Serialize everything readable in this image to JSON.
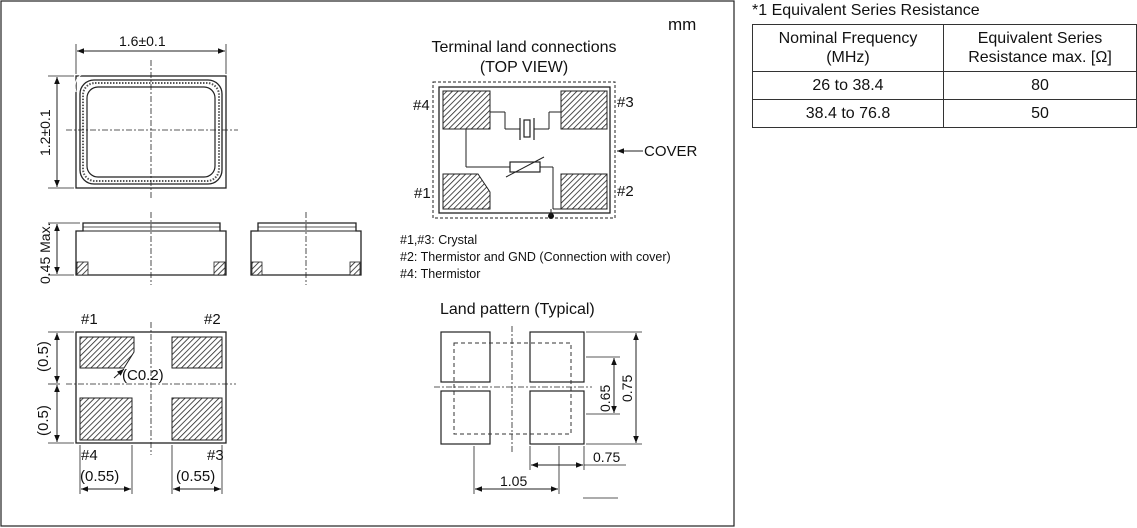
{
  "unit_label": "mm",
  "top_view": {
    "width_dim": "1.6±0.1",
    "height_dim": "1.2±0.1"
  },
  "side_view": {
    "height_dim": "0.45 Max."
  },
  "bottom_view": {
    "pad_top_left": "#1",
    "pad_top_right": "#2",
    "pad_bottom_left": "#4",
    "pad_bottom_right": "#3",
    "chamfer": "(C0.2)",
    "pitch_upper": "(0.5)",
    "pitch_lower": "(0.5)",
    "width_left": "(0.55)",
    "width_right": "(0.55)"
  },
  "terminal_connections": {
    "title_line1": "Terminal land connections",
    "title_line2": "(TOP VIEW)",
    "pad_labels": [
      "#4",
      "#3",
      "#1",
      "#2"
    ],
    "cover_label": "COVER",
    "legend": [
      "#1,#3: Crystal",
      "#2: Thermistor and GND (Connection with cover)",
      "#4: Thermistor"
    ]
  },
  "land_pattern": {
    "title": "Land pattern (Typical)",
    "dim_065": "0.65",
    "dim_075_vertical": "0.75",
    "dim_075_horizontal": "0.75",
    "dim_105": "1.05"
  },
  "esr_table": {
    "title": "*1 Equivalent Series Resistance",
    "headers": [
      [
        "Nominal Frequency",
        "(MHz)"
      ],
      [
        "Equivalent Series",
        "Resistance max. [Ω]"
      ]
    ],
    "rows": [
      [
        "26 to 38.4",
        "80"
      ],
      [
        "38.4 to 76.8",
        "50"
      ]
    ]
  }
}
